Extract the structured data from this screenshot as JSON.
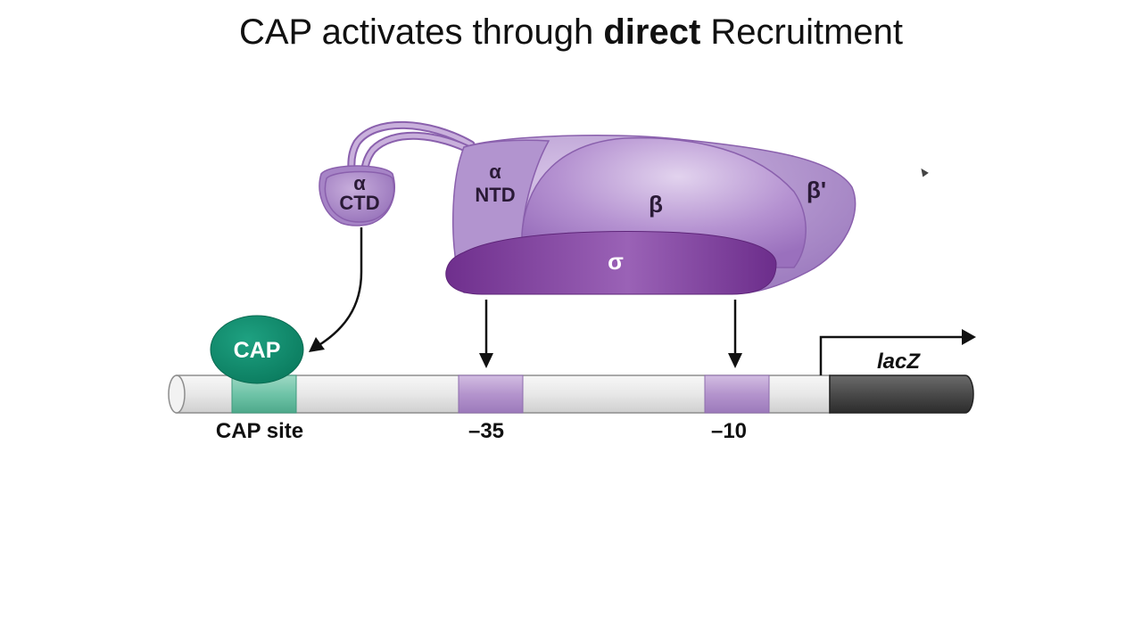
{
  "title": {
    "prefix": "CAP activates through ",
    "bold": "direct",
    "suffix": " Recruitment"
  },
  "rnap": {
    "alpha_ctd_line1": "α",
    "alpha_ctd_line2": "CTD",
    "alpha_ntd_line1": "α",
    "alpha_ntd_line2": "NTD",
    "beta": "β",
    "beta_prime": "β'",
    "sigma": "σ"
  },
  "cap": {
    "label": "CAP"
  },
  "dna": {
    "cap_site": "CAP site",
    "minus35": "–35",
    "minus10": "–10",
    "gene": "lacZ"
  },
  "colors": {
    "rnap_light": "#c9b0dc",
    "rnap_mid": "#a684c6",
    "rnap_edge": "#8a60ad",
    "sigma": "#7a3d95",
    "cap": "#108a6a",
    "cap_site": "#6fc4a8",
    "promoter_box": "#b79bd2",
    "dna": "#e6e6e6",
    "gene": "#4a4a4a"
  }
}
